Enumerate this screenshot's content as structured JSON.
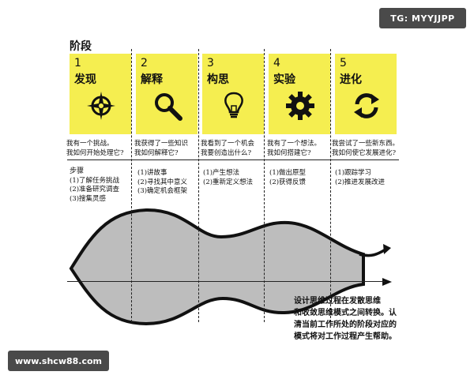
{
  "watermarks": {
    "top": "TG: MYYJJPP",
    "bottom": "www.shcw88.com"
  },
  "section_title": "阶段",
  "stages": [
    {
      "number": "1",
      "name": "发现",
      "icon": "compass-icon",
      "question": [
        "我有一个挑战。",
        "我如何开始处理它?"
      ],
      "steps": [
        "步骤",
        "(1)了解任务挑战",
        "(2)准备研究调查",
        "(3)搜集灵感"
      ]
    },
    {
      "number": "2",
      "name": "解释",
      "icon": "magnifier-icon",
      "question": [
        "我获得了一些知识",
        "我如何解释它?"
      ],
      "steps": [
        "(1)讲故事",
        "(2)寻找其中意义",
        "(3)确定机会框架"
      ]
    },
    {
      "number": "3",
      "name": "构思",
      "icon": "lightbulb-icon",
      "question": [
        "我看到了一个机会",
        "我要创造出什么?"
      ],
      "steps": [
        "(1)产生想法",
        "(2)重新定义想法"
      ]
    },
    {
      "number": "4",
      "name": "实验",
      "icon": "gear-icon",
      "question": [
        "我有了一个想法。",
        "我如何搭建它?"
      ],
      "steps": [
        "(1)做出原型",
        "(2)获得反馈"
      ]
    },
    {
      "number": "5",
      "name": "进化",
      "icon": "cycle-arrows-icon",
      "question": [
        "我尝试了一些新东西。",
        "我如何使它发展进化?"
      ],
      "steps": [
        "(1)跟踪学习",
        "(2)推进发展改进"
      ]
    }
  ],
  "caption": [
    "设计思维过程在发散思维",
    "和收敛思维模式之间转换。认",
    "清当前工作所处的阶段对应的",
    "模式将对工作过程产生帮助。"
  ],
  "colors": {
    "stage_fill": "#f5ee50",
    "shape_fill": "#bdbdbd",
    "line": "#111111"
  }
}
